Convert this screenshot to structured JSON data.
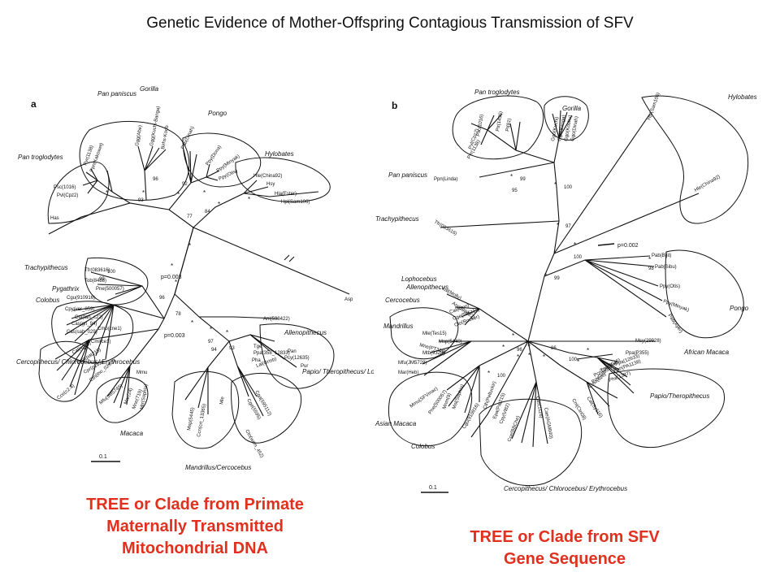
{
  "title": "Genetic Evidence of Mother-Offspring Contagious Transmission of SFV",
  "panel_a": {
    "letter": "a",
    "groups": [
      "Pan paniscus",
      "Gorilla",
      "Pongo",
      "Hylobates",
      "Pan troglodytes",
      "Trachypithecus",
      "Pygathrix",
      "Colobus",
      "Cercopithecus/ Chlorocebus/ Erythrocebus",
      "Allenopithecus",
      "Papio/ Theropithecus/ Lophocebus",
      "Macaca",
      "Mandrillus/Cercocebus"
    ],
    "p_labels": [
      "p=0.003",
      "p=0.003"
    ],
    "scale": "0.1",
    "taxa": [
      "Has",
      "Pvl(Cpz2)",
      "Psc(1016)",
      "Pvr(1138)",
      "Ppn(Kakowet)",
      "Ggg(Abe)",
      "Ggg(Kuchi-Banga)",
      "Birhs-Koob",
      "Pab(Dinah)",
      "Ppy(Dona)",
      "Ppy(Minyak)",
      "Ppy(Otis)",
      "Hle(China92)",
      "Hsy",
      "Hla(Ester)",
      "Hpl(Sam106)",
      "Asp",
      "Tfr(083616)",
      "Tob(8486)",
      "Pne(500057)",
      "Cgu(910916)",
      "Cpy(ver_859)",
      "Cta(tan_c22)",
      "Cas(gri_94)",
      "Cas(sab_029)",
      "Cmo(cne1)",
      "Cmi(ce1)",
      "Cal(sy68)",
      "Epa(pat215)",
      "Cpr(p162)",
      "Ctn(tho_029.1)",
      "Cce(c2.4)",
      "Mfu(JM5745)",
      "Mmu",
      "Mar(24)",
      "Mne(719)",
      "Mtr(Sophia)",
      "Msp(5445)",
      "Ccn(crt_13365)",
      "Mle",
      "Cto(wcm_452)",
      "Cge(5595)",
      "Cga(595112)",
      "Pcy(12635)",
      "Pur",
      "Lal(Grisb)",
      "Tge",
      "Pha",
      "Ppa(358_12833)",
      "Ani(598422)",
      "Pan"
    ],
    "bootstrap": [
      "100",
      "99",
      "93",
      "96",
      "92",
      "84",
      "77",
      "78",
      "96",
      "94",
      "93",
      "97"
    ]
  },
  "panel_b": {
    "letter": "b",
    "groups": [
      "Pan troglodytes",
      "Gorilla",
      "Hylobates",
      "Pan paniscus",
      "Trachypithecus",
      "Lophocebus",
      "Allenopithecus",
      "Cercocebus",
      "Mandrillus",
      "Pongo",
      "African Macaca",
      "Papio/Theropithecus",
      "Asian Macaca",
      "Colobus",
      "Cercopithecus/ Chlorocebus/ Erythrocebus"
    ],
    "p_label": "p=0.002",
    "scale": "0.1",
    "taxa": [
      "Pvl(Cpz2)",
      "Pvr(1138)",
      "Psc(1016)",
      "Ptr(1436)",
      "Pt(81)",
      "Ggo(Kuchi)",
      "Ggo(Banga)",
      "Ggo(Kooku)",
      "Ggo(Dinah)",
      "Hpl(Sam106)",
      "Hle(China92)",
      "Ppn(Linda)",
      "Tfr(083616)",
      "Lal(Molly)",
      "Ani(598422)",
      "Cal(Kmn)",
      "Cge(595112)",
      "Cto(Rocker)",
      "Mle(Tes15)",
      "Msp(5440)",
      "Mne(PT319)",
      "Mtb(9328)",
      "Mfu(JM5728)",
      "Mar(Heb)",
      "Mmu(SFVmac)",
      "Pne(500057)",
      "Mnm(9)",
      "Msl(Sophia)",
      "Cgu(910916)",
      "Cth(Pelluckir)",
      "Epa(Pat215)",
      "Cpy(Vl82)",
      "Cas(1116)",
      "Cae(AGM040)",
      "Cce(BBChe)",
      "Cni(Ctn08)",
      "Cal(Sy116)",
      "Cmo(116)",
      "Pcy(12635)",
      "Pcr(Cheche)",
      "Tge(2045)",
      "Pha(1387)",
      "Pan(PA1138)",
      "Ppa(12633)",
      "Ppa(P355)",
      "Msy(29928)",
      "Pab(Bijit)",
      "Pab(Sibu)",
      "Ppy(Otis)",
      "Ppy(Minyak)",
      "Pab(Ayer)"
    ],
    "bootstrap": [
      "99",
      "95",
      "100",
      "97",
      "100",
      "99",
      "98",
      "96",
      "78",
      "86",
      "100",
      "100"
    ]
  },
  "caption_a": "TREE or Clade from Primate\nMaternally Transmitted\nMitochondrial DNA",
  "caption_b": "TREE or Clade from SFV\nGene Sequence",
  "colors": {
    "caption": "#e0301e",
    "ink": "#111111"
  }
}
